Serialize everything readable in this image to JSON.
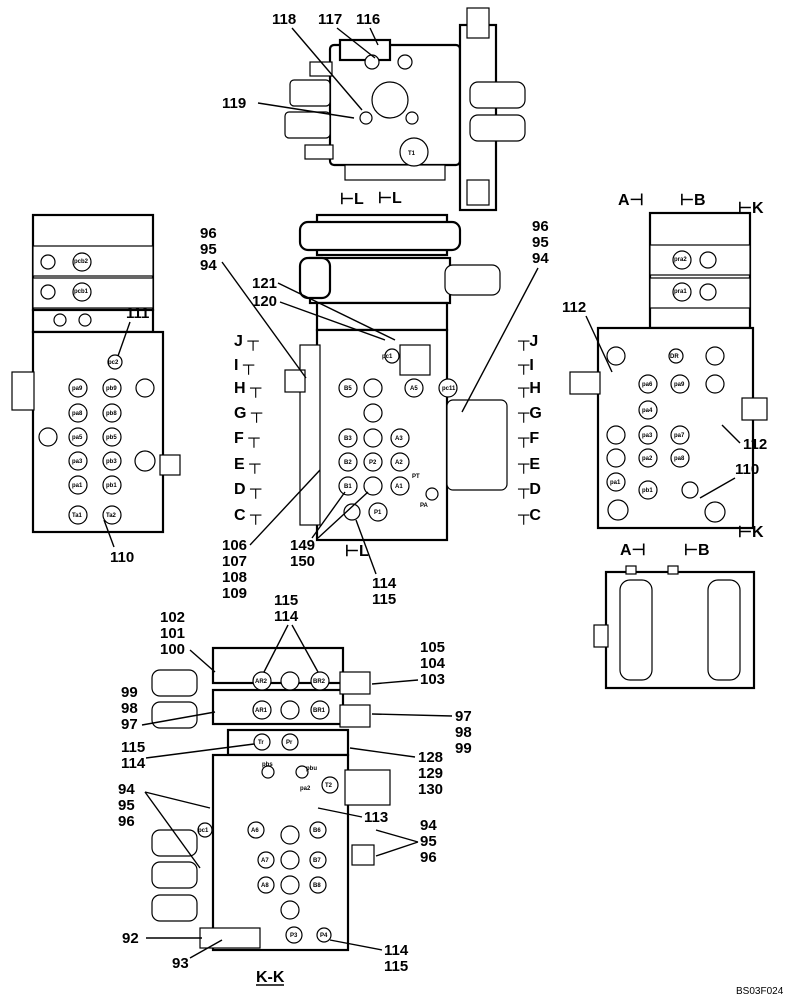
{
  "drawing_code": "BS03F024",
  "section_view_title": "K-K",
  "top_view": {
    "callouts": [
      "118",
      "117",
      "116",
      "119"
    ],
    "section_mark": "L",
    "port": "T1"
  },
  "center_view": {
    "left_callouts": [
      "96",
      "95",
      "94",
      "121",
      "120"
    ],
    "right_callouts": [
      "96",
      "95",
      "94"
    ],
    "bottom_callouts": [
      "106",
      "107",
      "108",
      "109",
      "149",
      "150",
      "114",
      "115"
    ],
    "section_top": "L",
    "section_bottom": "L",
    "row_marks": [
      "J",
      "I",
      "H",
      "G",
      "F",
      "E",
      "D",
      "C"
    ],
    "ports": [
      "pc1",
      "B5",
      "A5",
      "pc11",
      "B3",
      "A3",
      "B2",
      "P2",
      "A2",
      "PT",
      "B1",
      "A1",
      "PA",
      "P1"
    ]
  },
  "left_view": {
    "callouts": [
      "111",
      "110"
    ],
    "ports": [
      "pcb2",
      "pcb1",
      "pc2",
      "pa9",
      "pb9",
      "pa8",
      "pb8",
      "pa5",
      "pb5",
      "pa3",
      "pb3",
      "pa1",
      "pb1",
      "Ta1",
      "Ta2"
    ]
  },
  "right_view": {
    "callouts": [
      "112",
      "112",
      "110"
    ],
    "section_marks_top": [
      "A",
      "B",
      "K"
    ],
    "section_marks_bottom": [
      "K"
    ],
    "section_marks_lower": [
      "A",
      "B"
    ],
    "ports": [
      "pra2",
      "pra1",
      "DR",
      "pa6",
      "pa9",
      "pa4",
      "pa3",
      "pa7",
      "pa2",
      "pa8",
      "pa1",
      "pb1"
    ]
  },
  "bottom_view": {
    "left_callouts_top": [
      "115",
      "114",
      "102",
      "101",
      "100",
      "99",
      "98",
      "97",
      "115",
      "114"
    ],
    "right_callouts_top": [
      "105",
      "104",
      "103",
      "97",
      "98",
      "99",
      "128",
      "129",
      "130"
    ],
    "mid_callouts": [
      "113"
    ],
    "left_callouts_low": [
      "94",
      "95",
      "96",
      "92",
      "93"
    ],
    "right_callouts_low": [
      "94",
      "95",
      "96",
      "114",
      "115"
    ],
    "ports": [
      "AR2",
      "BR2",
      "AR1",
      "BR1",
      "Tr",
      "Pr",
      "pbs",
      "pbu",
      "pa2",
      "T2",
      "pc1",
      "A6",
      "B6",
      "A7",
      "B7",
      "A8",
      "B8",
      "P3",
      "P4"
    ]
  }
}
